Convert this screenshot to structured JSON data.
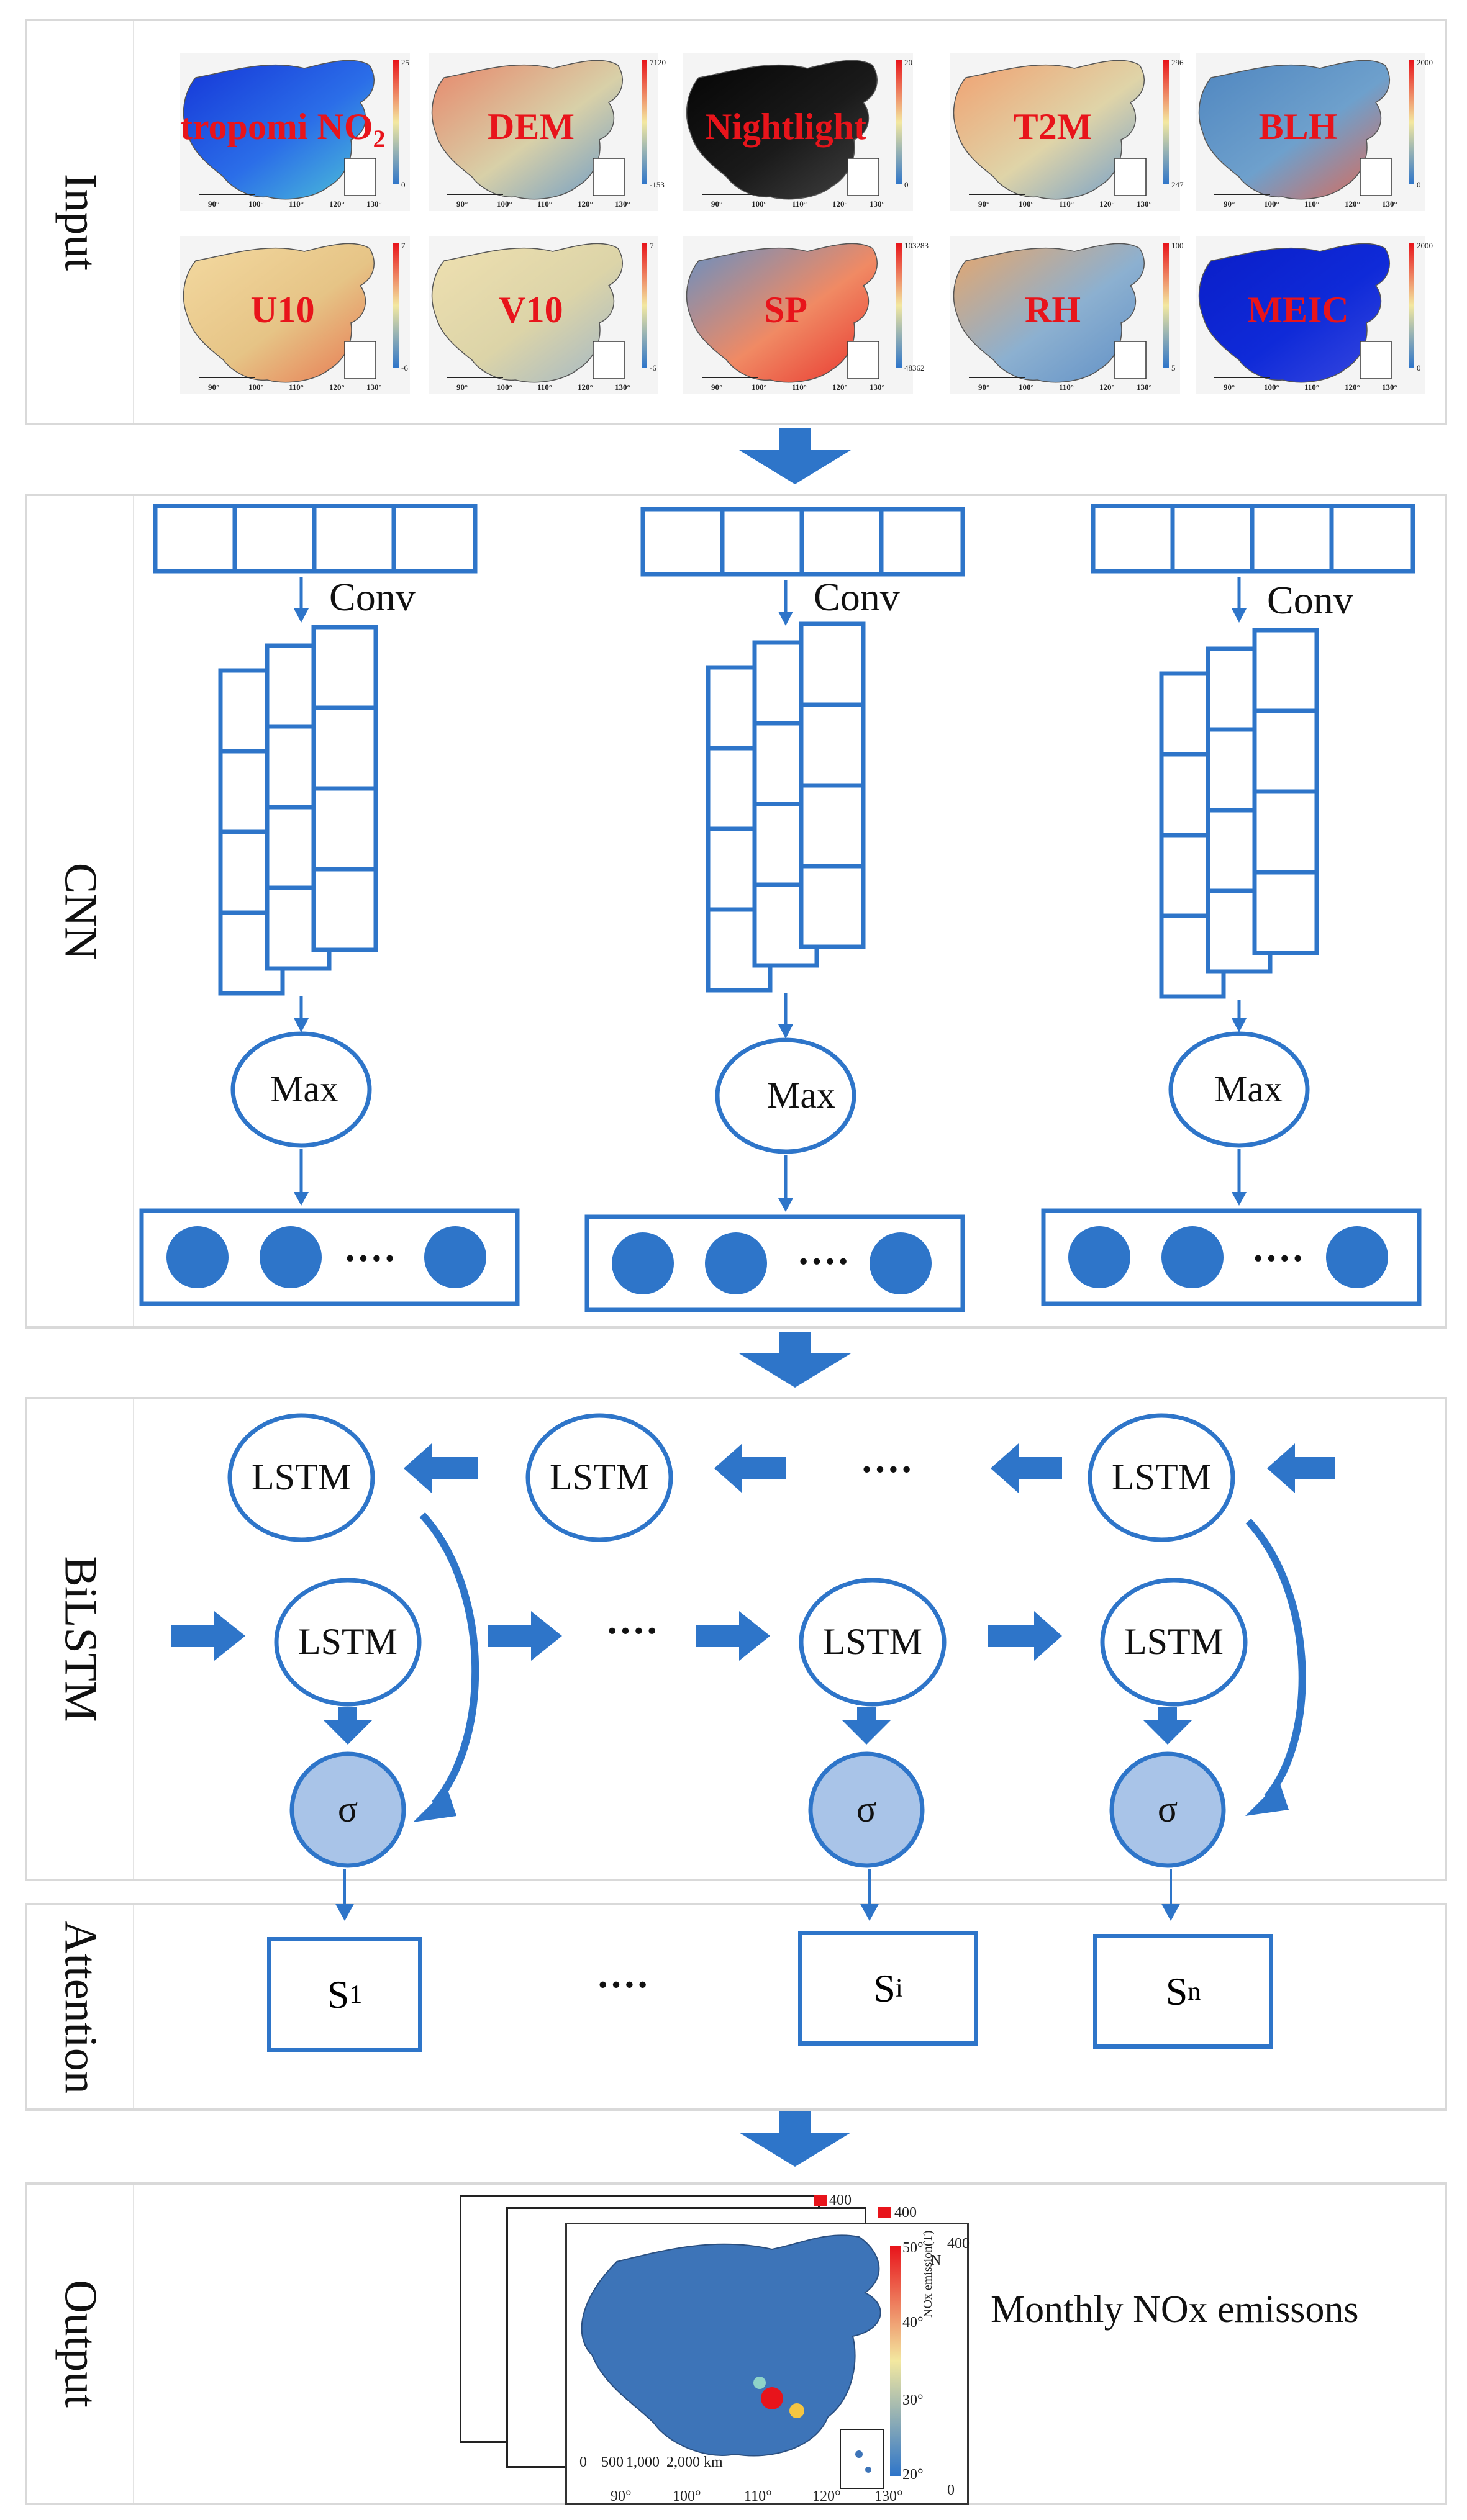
{
  "sections": {
    "input": "Input",
    "cnn": "CNN",
    "bilstm": "BiLSTM",
    "attention": "Attention",
    "output": "Output"
  },
  "input_maps": [
    {
      "label": "tropomi NO",
      "sub": "2",
      "scale_top": "25",
      "scale_bottom": "0"
    },
    {
      "label": "DEM",
      "sub": "",
      "scale_top": "7120",
      "scale_bottom": "-153"
    },
    {
      "label": "Nightlight",
      "sub": "",
      "scale_top": "20",
      "scale_bottom": "0"
    },
    {
      "label": "T2M",
      "sub": "",
      "scale_top": "296",
      "scale_bottom": "247"
    },
    {
      "label": "BLH",
      "sub": "",
      "scale_top": "2000",
      "scale_bottom": "0"
    },
    {
      "label": "U10",
      "sub": "",
      "scale_top": "7",
      "scale_bottom": "-6"
    },
    {
      "label": "V10",
      "sub": "",
      "scale_top": "7",
      "scale_bottom": "-6"
    },
    {
      "label": "SP",
      "sub": "",
      "scale_top": "103283",
      "scale_bottom": "48362"
    },
    {
      "label": "RH",
      "sub": "",
      "scale_top": "100",
      "scale_bottom": "5"
    },
    {
      "label": "MEIC",
      "sub": "",
      "scale_top": "2000",
      "scale_bottom": "0"
    }
  ],
  "map_axis_ticks": [
    "90°",
    "100°",
    "110°",
    "120°",
    "130°"
  ],
  "cnn": {
    "conv_label": "Conv",
    "pool_label": "Max",
    "dots": "····"
  },
  "bilstm": {
    "node_label": "LSTM",
    "sigma": "σ",
    "dots": "····"
  },
  "attention": {
    "s_label": "S",
    "subs": [
      "1",
      "i",
      "n"
    ],
    "dots": "····"
  },
  "output": {
    "caption": "Monthly NOx emissons",
    "legend_value": "400",
    "scale_top": "400",
    "scale_bottom": "0",
    "scale_title": "NOx emission(T)",
    "lat_ticks": [
      "50°",
      "40°",
      "30°",
      "20°"
    ],
    "lon_ticks": [
      "90°",
      "100°",
      "110°",
      "120°",
      "130°"
    ],
    "scalebar": [
      "0",
      "500",
      "1,000",
      "2,000 km"
    ],
    "north": "N"
  },
  "colors": {
    "accent": "#2e75c9",
    "sigma_fill": "#a9c4e8",
    "label_red": "#e8141b",
    "panel_border": "#d9d9d9"
  }
}
